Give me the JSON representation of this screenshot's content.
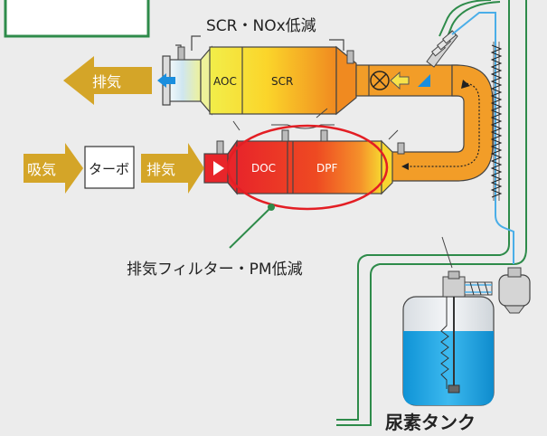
{
  "labels": {
    "scr_nox": "SCR・NOx低減",
    "exhaust_out": "排気",
    "aoc": "AOC",
    "scr": "SCR",
    "intake": "吸気",
    "turbo": "ターボ",
    "exhaust_in": "排気",
    "doc": "DOC",
    "dpf": "DPF",
    "filter_pm": "排気フィルター・PM低減",
    "urea_tank": "尿素タンク"
  },
  "colors": {
    "background": "#ececec",
    "arrow_gold": "#d4a528",
    "green_line": "#2e8b4a",
    "blue_line": "#4aaee8",
    "red_ring": "#e31e24",
    "tank_water": "#1aa3e0"
  },
  "icons": {
    "doser": "circle-x-icon",
    "spring": "zigzag-coil-icon"
  }
}
